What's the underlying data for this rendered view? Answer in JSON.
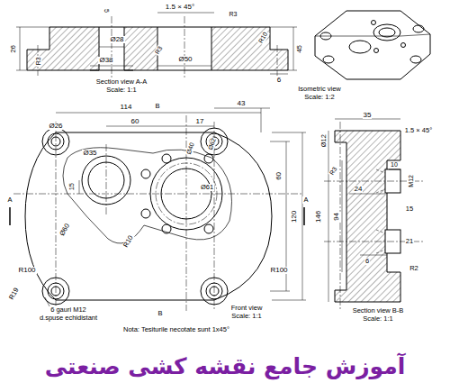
{
  "diagram": {
    "caption": "آموزش جامع نقشه کشی صنعتی",
    "labels": [
      "5",
      "1.5 × 45°",
      "26",
      "Ø28",
      "R3",
      "R10",
      "45",
      "R3",
      "Ø38",
      "R3",
      "Ø50",
      "6",
      "Section view A-A",
      "Scale: 1:1",
      "Isometric view",
      "Scale: 1:2",
      "B",
      "114",
      "60",
      "17",
      "43",
      "Ø26",
      "Ø35",
      "Ø40",
      "Ø62",
      "Ø61",
      "60",
      "120",
      "15",
      "Ø60",
      "R10",
      "A",
      "A",
      "R100",
      "R100",
      "R19",
      "6 gauri M12",
      "d.spuse echidistant",
      "B",
      "Front view",
      "Scale: 1:1",
      "Nota: Tesiturile necotate sunt 1x45°",
      "35",
      "Ø12",
      "1.5 × 45°",
      "R3",
      "24",
      "10",
      "M12",
      "15",
      "146",
      "94",
      "21",
      "6",
      "R2",
      "Section view B-B",
      "Scale: 1:1"
    ]
  }
}
